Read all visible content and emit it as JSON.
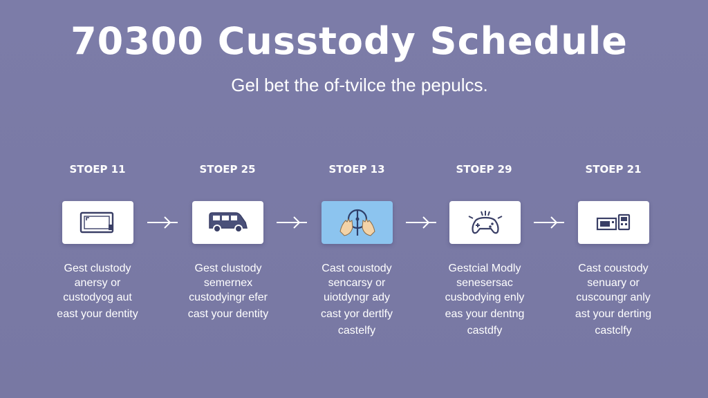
{
  "title": "70300 Cusstody Schedule",
  "subtitle": "Gel bet the of-tvilce the pepulcs.",
  "accent_color": "#8cc4ef",
  "steps": [
    {
      "label": "STOEP 11",
      "icon": "tablet-icon",
      "lines": [
        "Gest clustody",
        "anersy or",
        "custodyog aut",
        "east your dentity"
      ]
    },
    {
      "label": "STOEP 25",
      "icon": "van-icon",
      "lines": [
        "Gest clustody",
        "semernex",
        "custodyingr efer",
        "cast your dentity"
      ]
    },
    {
      "label": "STOEP 13",
      "icon": "hands-icon",
      "lines": [
        "Cast coustody",
        "sencarsy or",
        "uiotdyngr ady",
        "cast yor dertlfy",
        "castelfy"
      ]
    },
    {
      "label": "STOEP 29",
      "icon": "gamepad-icon",
      "lines": [
        "Gestcial Modly",
        "senesersac",
        "cusbodying enly",
        "eas your dentng",
        "castdfy"
      ]
    },
    {
      "label": "STOEP 21",
      "icon": "devices-icon",
      "lines": [
        "Cast coustody",
        "senuary or",
        "cuscoungr anly",
        "ast your derting",
        "castclfy"
      ]
    }
  ]
}
